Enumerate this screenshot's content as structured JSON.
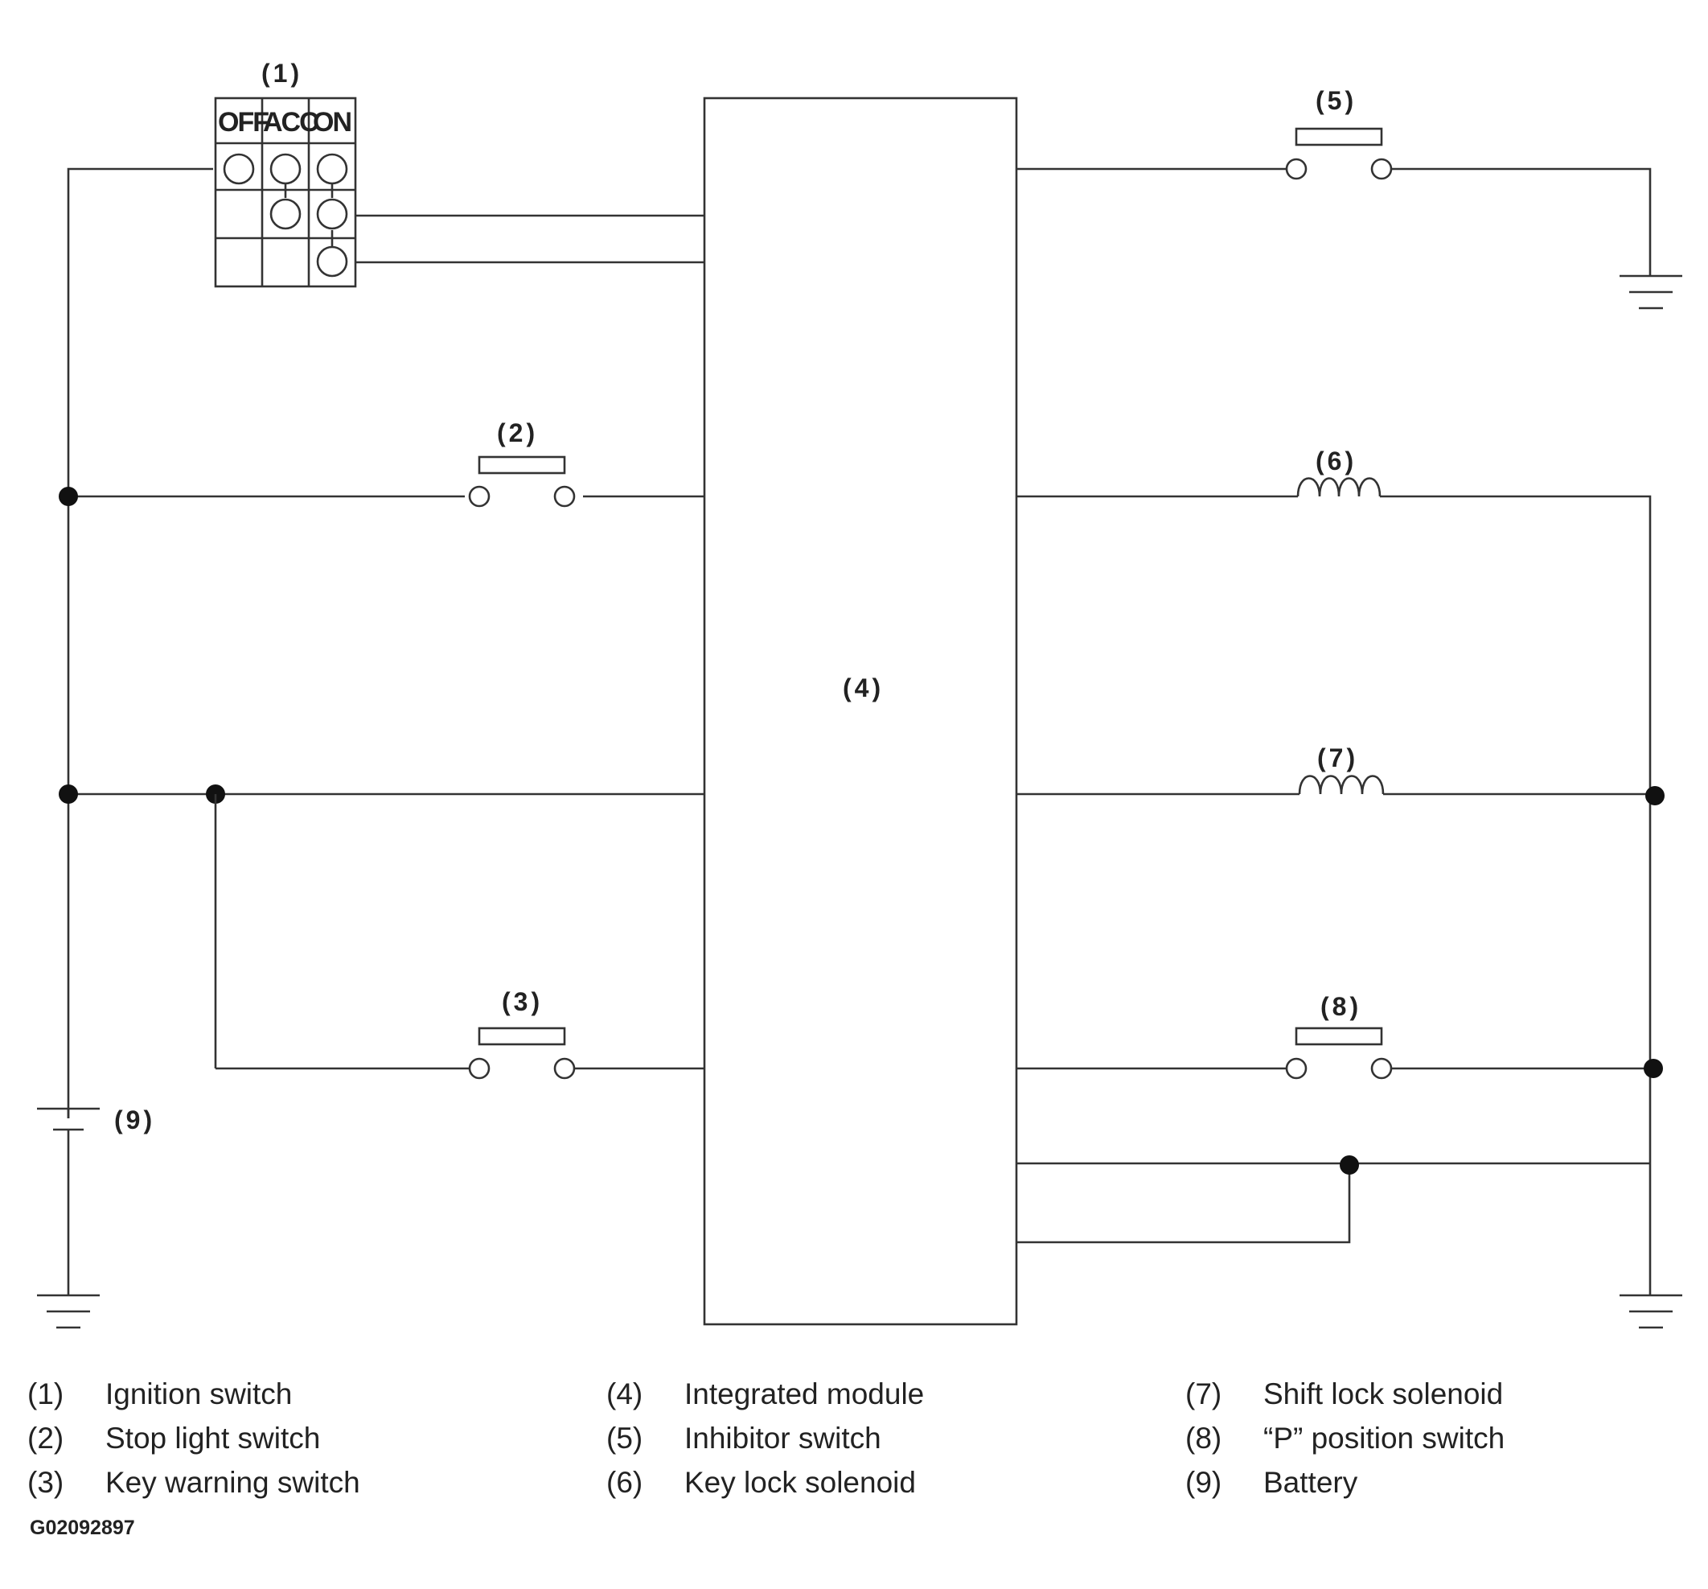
{
  "labels": {
    "ignition": "(1)",
    "stop_light": "(2)",
    "key_warning": "(3)",
    "module": "(4)",
    "inhibitor": "(5)",
    "key_lock": "(6)",
    "shift_lock": "(7)",
    "p_position": "(8)",
    "battery": "(9)"
  },
  "ignition_headers": [
    "OFF",
    "ACC",
    "ON"
  ],
  "legend": [
    {
      "num": "(1)",
      "text": "Ignition switch"
    },
    {
      "num": "(2)",
      "text": "Stop light switch"
    },
    {
      "num": "(3)",
      "text": "Key warning switch"
    },
    {
      "num": "(4)",
      "text": "Integrated module"
    },
    {
      "num": "(5)",
      "text": "Inhibitor switch"
    },
    {
      "num": "(6)",
      "text": "Key lock solenoid"
    },
    {
      "num": "(7)",
      "text": "Shift lock solenoid"
    },
    {
      "num": "(8)",
      "text": "“P” position switch"
    },
    {
      "num": "(9)",
      "text": "Battery"
    }
  ],
  "figure_code": "G02092897"
}
